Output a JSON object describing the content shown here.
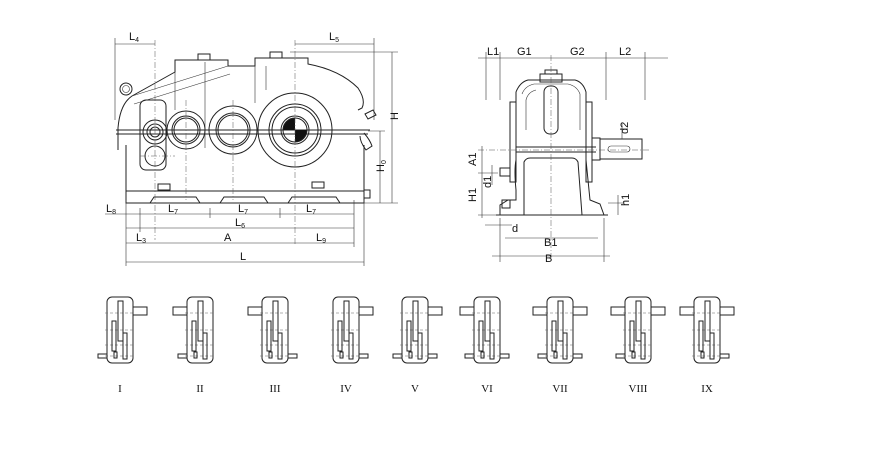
{
  "front_view": {
    "labels": {
      "L4": "L4",
      "L5": "L5",
      "H": "H",
      "H0": "H0",
      "L8": "L8",
      "L7": "L7",
      "L6": "L6",
      "L3": "L3",
      "A": "A",
      "L9": "L9",
      "L": "L"
    },
    "label_display": {
      "L4": [
        "L",
        "4"
      ],
      "L5": [
        "L",
        "5"
      ],
      "H0": [
        "H",
        "0"
      ],
      "L8": [
        "L",
        "8"
      ],
      "L7": [
        "L",
        "7"
      ],
      "L6": [
        "L",
        "6"
      ],
      "L3": [
        "L",
        "3"
      ],
      "L9": [
        "L",
        "9"
      ]
    }
  },
  "side_view": {
    "labels": {
      "L1": "L1",
      "G1": "G1",
      "G2": "G2",
      "L2": "L2",
      "A1": "A1",
      "d1": "d1",
      "H1": "H1",
      "d": "d",
      "d2": "d2",
      "h1": "h1",
      "B1": "B1",
      "B": "B"
    }
  },
  "assembly_types": [
    {
      "label": "I"
    },
    {
      "label": "II"
    },
    {
      "label": "III"
    },
    {
      "label": "IV"
    },
    {
      "label": "V"
    },
    {
      "label": "VI"
    },
    {
      "label": "VII"
    },
    {
      "label": "VIII"
    },
    {
      "label": "IX"
    }
  ],
  "colors": {
    "line": "#222222",
    "fill": "#111111",
    "background": "#ffffff"
  }
}
